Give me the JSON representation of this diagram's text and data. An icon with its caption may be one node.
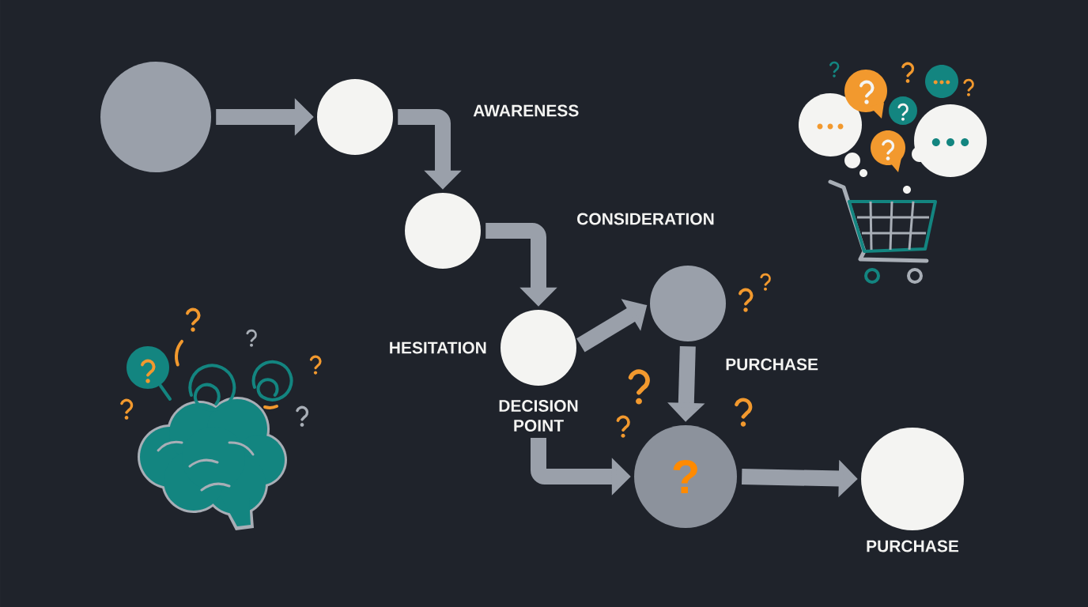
{
  "diagram": {
    "nodes": [
      {
        "text": [],
        "shape": "circle"
      },
      {
        "text": [],
        "shape": "circle"
      },
      {
        "text": [],
        "shape": "circle"
      },
      {
        "text": [],
        "shape": "circle",
        "beside": [
          "HESITATION"
        ]
      },
      {
        "text": [
          "DECISION POINT"
        ]
      },
      {
        "text": [],
        "shape": "circle",
        "beside": [
          "PURCHASE"
        ]
      },
      {
        "text": [
          "?"
        ]
      },
      {
        "text": [],
        "shape": "circle",
        "beside": [
          "PURCHASE"
        ]
      }
    ],
    "edges": [
      {
        "from": 0,
        "to": 1,
        "arrow": "to"
      },
      {
        "from": 1,
        "to": 2,
        "arrow": "to"
      },
      {
        "from": 2,
        "to": 3,
        "arrow": "to"
      },
      {
        "from": 3,
        "to": 5,
        "arrow": "to"
      },
      {
        "from": 5,
        "to": 6,
        "arrow": "to"
      },
      {
        "from": 4,
        "to": 6,
        "arrow": "to"
      },
      {
        "from": 6,
        "to": 7,
        "arrow": "to"
      }
    ],
    "labels": [
      "AWARENESS",
      "CONSIDERATION"
    ]
  }
}
